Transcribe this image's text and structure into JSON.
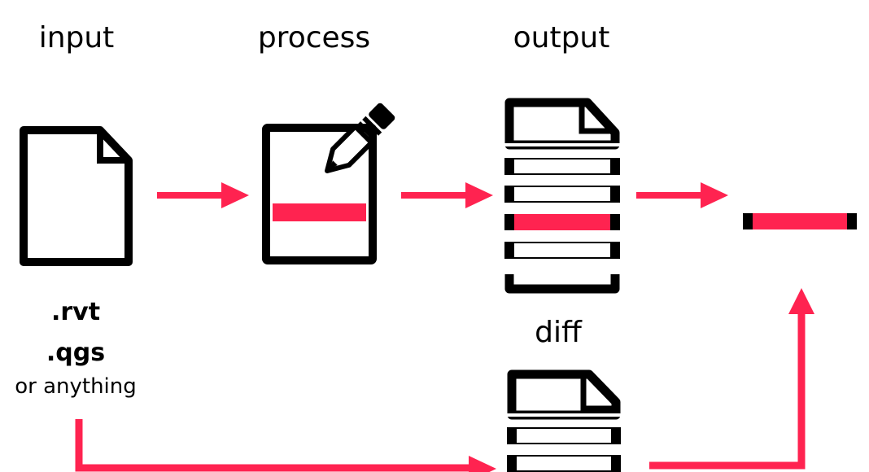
{
  "labels": {
    "input": "input",
    "process": "process",
    "output": "output",
    "diff": "diff"
  },
  "input_formats": [
    ".rvt",
    ".qgs"
  ],
  "input_note": "or anything",
  "colors": {
    "accent": "#FF2350",
    "ink": "#000000"
  }
}
